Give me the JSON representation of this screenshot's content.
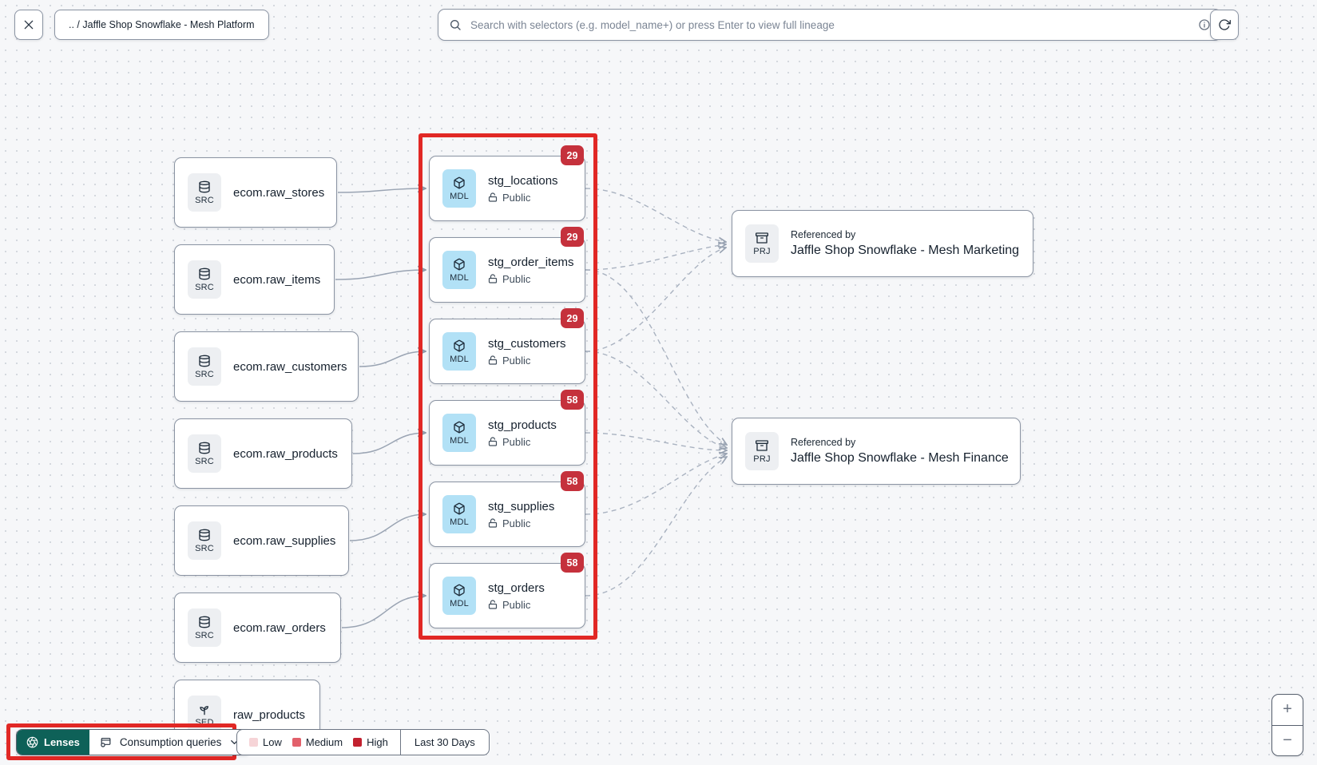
{
  "colors": {
    "accent_red": "#e12825",
    "badge_red": "#c5313c",
    "lenses_teal": "#0e6158",
    "model_icon_bg": "#b2e1f6",
    "legend_low": "#f6d4d7",
    "legend_medium": "#e2606b",
    "legend_high": "#c2212f"
  },
  "header": {
    "breadcrumb": ".. / Jaffle Shop Snowflake - Mesh Platform",
    "search_placeholder": "Search with selectors (e.g. model_name+) or press Enter to view full lineage"
  },
  "graph": {
    "sources": [
      {
        "type": "SRC",
        "label": "ecom.raw_stores"
      },
      {
        "type": "SRC",
        "label": "ecom.raw_items"
      },
      {
        "type": "SRC",
        "label": "ecom.raw_customers"
      },
      {
        "type": "SRC",
        "label": "ecom.raw_products"
      },
      {
        "type": "SRC",
        "label": "ecom.raw_supplies"
      },
      {
        "type": "SRC",
        "label": "ecom.raw_orders"
      },
      {
        "type": "SED",
        "label": "raw_products"
      }
    ],
    "models": [
      {
        "type": "MDL",
        "label": "stg_locations",
        "access": "Public",
        "badge": "29"
      },
      {
        "type": "MDL",
        "label": "stg_order_items",
        "access": "Public",
        "badge": "29"
      },
      {
        "type": "MDL",
        "label": "stg_customers",
        "access": "Public",
        "badge": "29"
      },
      {
        "type": "MDL",
        "label": "stg_products",
        "access": "Public",
        "badge": "58"
      },
      {
        "type": "MDL",
        "label": "stg_supplies",
        "access": "Public",
        "badge": "58"
      },
      {
        "type": "MDL",
        "label": "stg_orders",
        "access": "Public",
        "badge": "58"
      }
    ],
    "projects": [
      {
        "type": "PRJ",
        "eyebrow": "Referenced by",
        "label": "Jaffle Shop Snowflake - Mesh Marketing"
      },
      {
        "type": "PRJ",
        "eyebrow": "Referenced by",
        "label": "Jaffle Shop Snowflake - Mesh Finance"
      }
    ]
  },
  "toolbar": {
    "lenses_label": "Lenses",
    "active_lens": "Consumption queries",
    "legend": {
      "low": "Low",
      "medium": "Medium",
      "high": "High"
    },
    "time_range": "Last 30 Days"
  },
  "zoom_controls": {
    "zoom_in": "+",
    "zoom_out": "−"
  }
}
